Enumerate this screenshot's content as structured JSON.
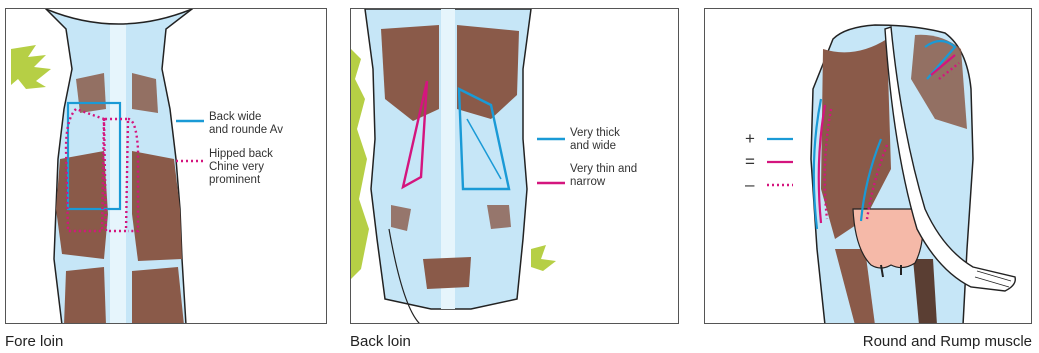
{
  "colors": {
    "blue": "#1a9ad6",
    "magenta": "#d4157e",
    "brown": "#8a5a49",
    "sky": "#c6e6f7",
    "green": "#b6cf45",
    "udder": "#f5b9a8"
  },
  "panels": [
    {
      "caption": "Fore loin",
      "legend": [
        {
          "style": "solid",
          "color": "blue",
          "text": "Back wide\nand rounde Av"
        },
        {
          "style": "dotted",
          "color": "magenta",
          "text": "Hipped back\nChine very\nprominent"
        }
      ]
    },
    {
      "caption": "Back loin",
      "legend": [
        {
          "style": "solid",
          "color": "blue",
          "text": "Very thick\nand wide"
        },
        {
          "style": "solid",
          "color": "magenta",
          "text": "Very thin and\nnarrow"
        }
      ]
    },
    {
      "caption": "Round and Rump muscle",
      "legend": [
        {
          "style": "solid",
          "color": "blue",
          "symbol": "+"
        },
        {
          "style": "solid",
          "color": "magenta",
          "symbol": "="
        },
        {
          "style": "dotted",
          "color": "magenta",
          "symbol": "–"
        }
      ]
    }
  ]
}
